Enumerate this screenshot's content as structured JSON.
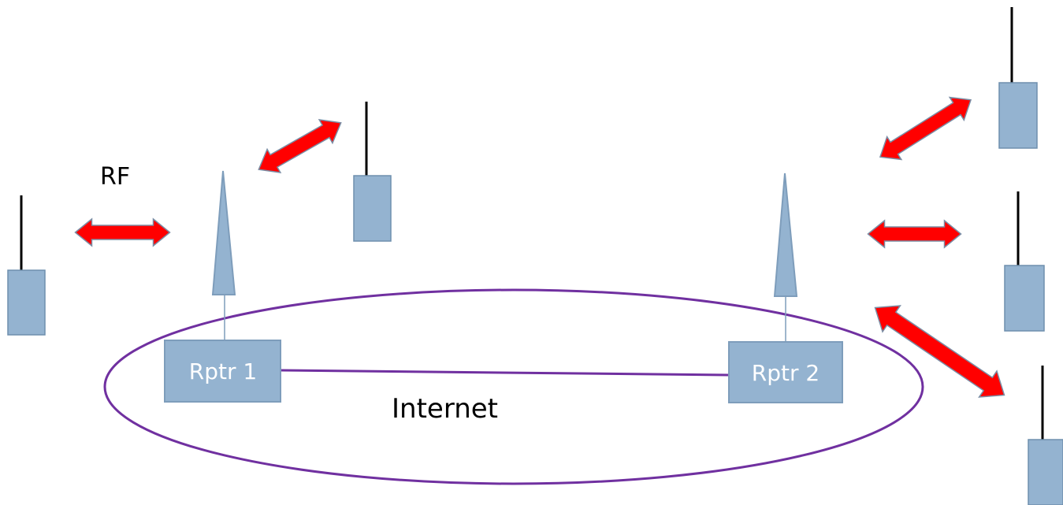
{
  "labels": {
    "rf": "RF",
    "internet": "Internet",
    "repeater_1": "Rptr 1",
    "repeater_2": "Rptr 2"
  },
  "colors": {
    "device_fill": "#94b3d0",
    "device_stroke": "#6e8fae",
    "antenna_line": "#000000",
    "repeater_fill": "#94b3d0",
    "repeater_stroke": "#7e9dbb",
    "internet_ellipse": "#7030a0",
    "link_line": "#7030a0",
    "arrow_fill": "#ff0000",
    "arrow_stroke": "#7b8da4",
    "mast_fill": "#94b3d0",
    "mast_stroke": "#7e9dbb",
    "mast_feed": "#7e9dbb"
  },
  "icons": {
    "handheld_radio": "handheld-radio-icon",
    "repeater_antenna": "antenna-mast-icon",
    "rf_link": "double-arrow-icon"
  }
}
